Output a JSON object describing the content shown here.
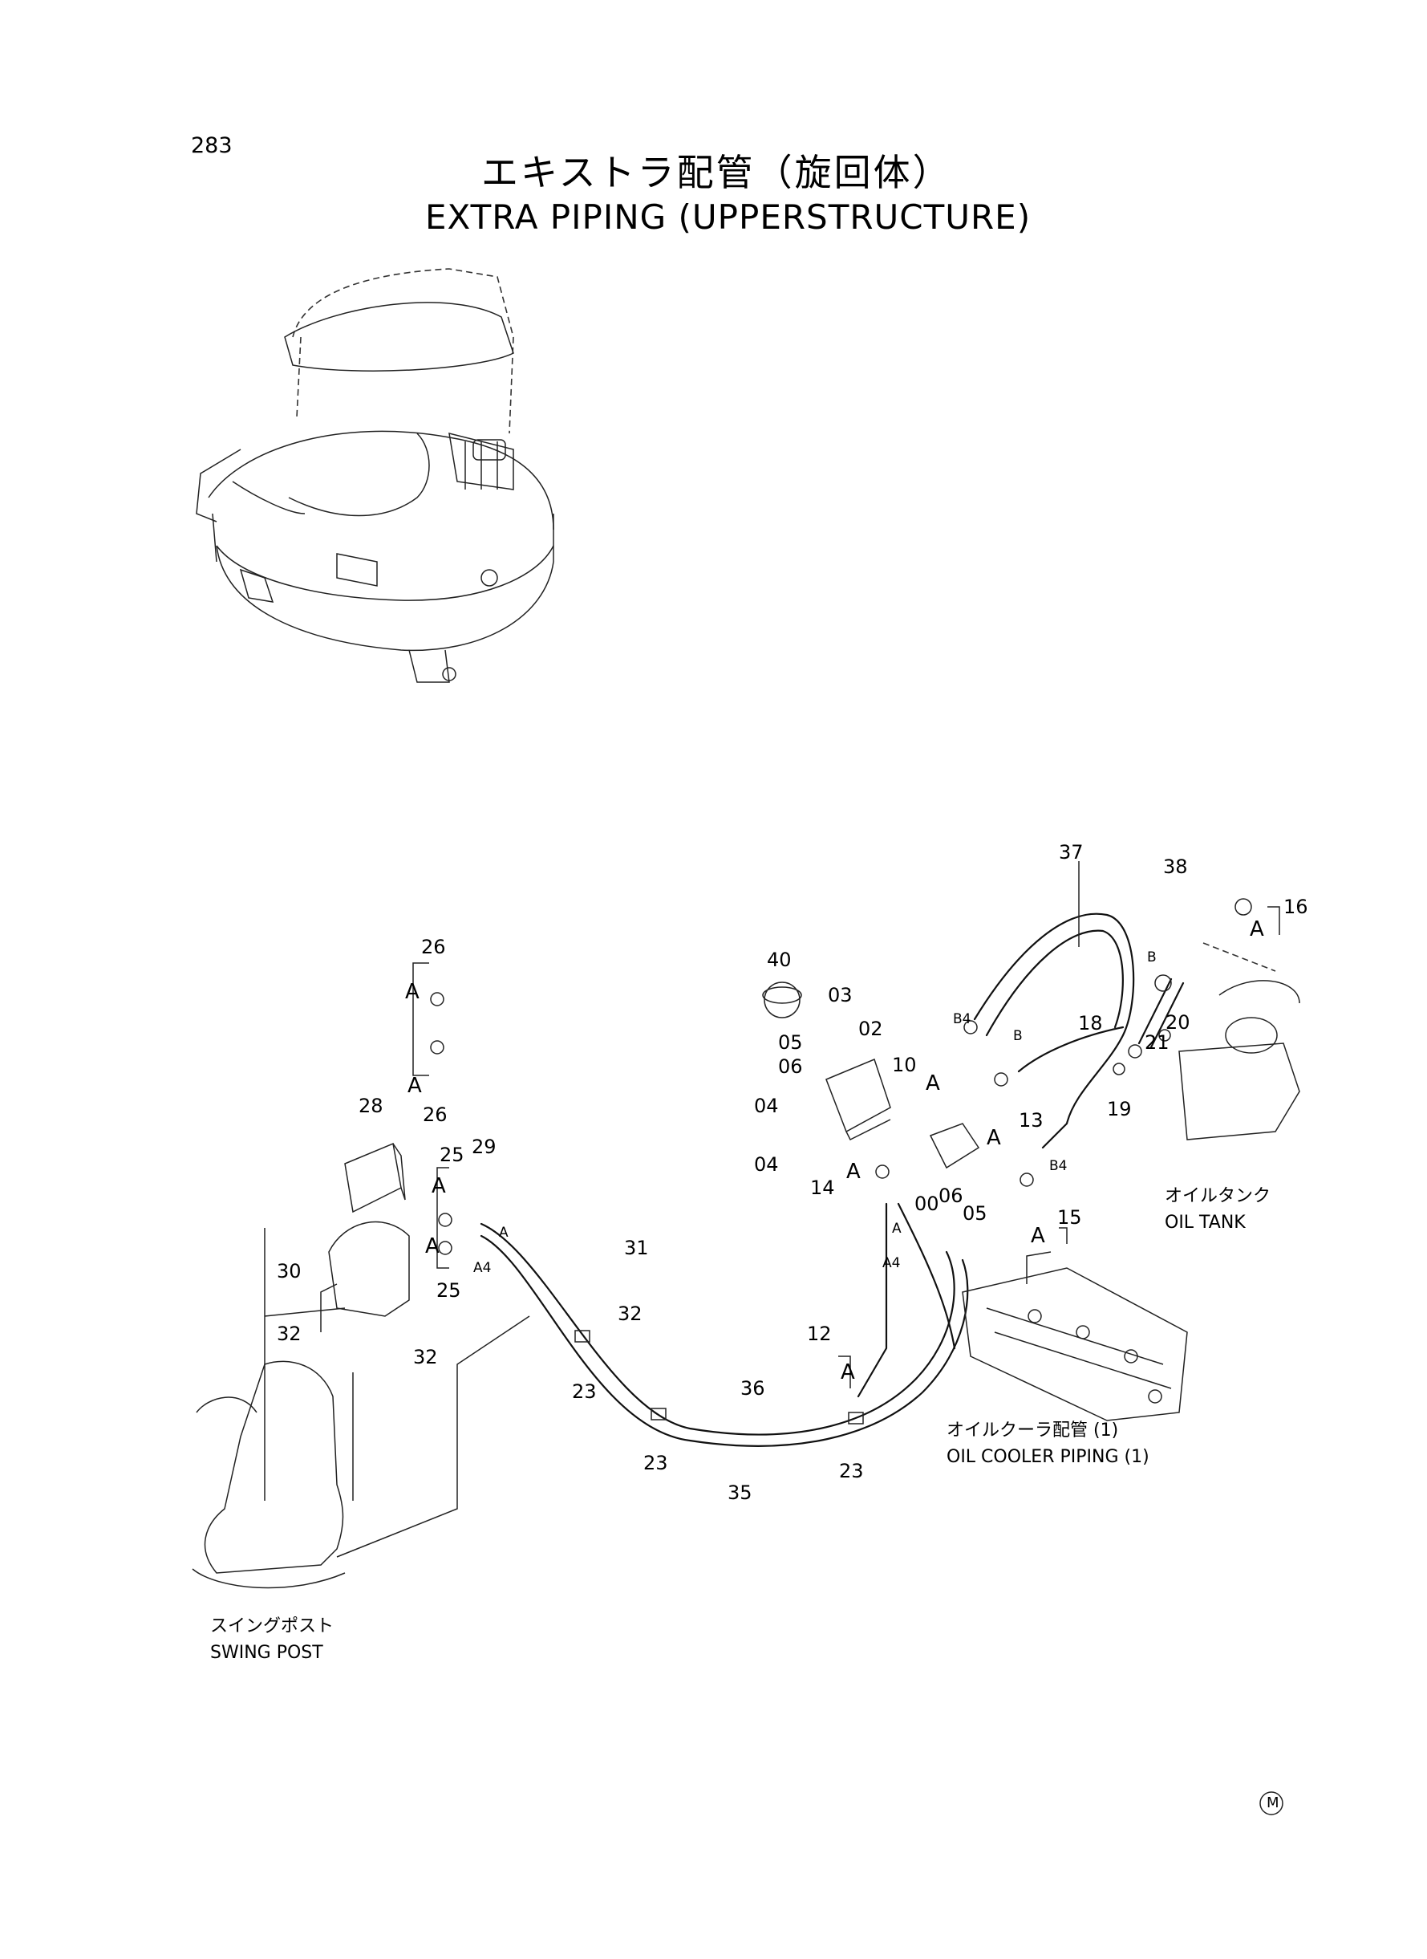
{
  "page": {
    "number": "283",
    "title_jp": "エキストラ配管（旋回体）",
    "title_en": "EXTRA PIPING (UPPERSTRUCTURE)",
    "mark": "M"
  },
  "callouts": {
    "p00": "00",
    "p02": "02",
    "p03": "03",
    "p04a": "04",
    "p04b": "04",
    "p05a": "05",
    "p05b": "05",
    "p06a": "06",
    "p06b": "06",
    "p10": "10",
    "p12": "12",
    "p13": "13",
    "p14": "14",
    "p15": "15",
    "p16": "16",
    "p18": "18",
    "p19": "19",
    "p20": "20",
    "p21": "21",
    "p23a": "23",
    "p23b": "23",
    "p23c": "23",
    "p25a": "25",
    "p25b": "25",
    "p26a": "26",
    "p26b": "26",
    "p28": "28",
    "p29": "29",
    "p30": "30",
    "p31": "31",
    "p32a": "32",
    "p32b": "32",
    "p32c": "32",
    "p35": "35",
    "p36": "36",
    "p37": "37",
    "p38": "38",
    "p40": "40"
  },
  "connection_marks": {
    "A": "A",
    "A4": "A4",
    "B": "B",
    "B4": "B4"
  },
  "annotations": {
    "oil_tank_jp": "オイルタンク",
    "oil_tank_en": "OIL TANK",
    "oil_cooler_jp": "オイルクーラ配管 (1)",
    "oil_cooler_en": "OIL COOLER PIPING (1)",
    "swing_post_jp": "スイングポスト",
    "swing_post_en": "SWING POST"
  }
}
